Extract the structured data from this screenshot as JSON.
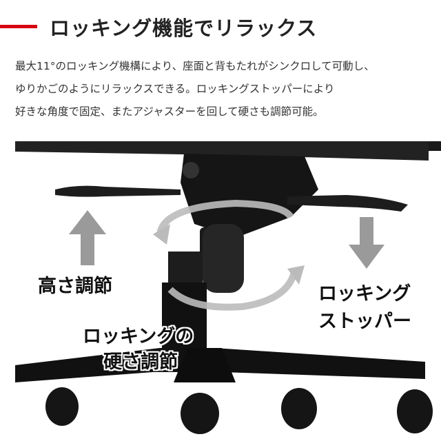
{
  "header": {
    "title": "ロッキング機能でリラックス",
    "accent_color": "#d7000f"
  },
  "description": {
    "lines": [
      "最大11°のロッキング機構により、座面と背もたれがシンクロして可動し、",
      "ゆりかごのようにリラックスできる。ロッキングストッパーにより",
      "好きな角度で固定、またアジャスターを回して硬さも調節可能。"
    ]
  },
  "photo": {
    "labels": {
      "height": "高さ調節",
      "stopper_line1": "ロッキング",
      "stopper_line2": "ストッパー",
      "tension_line1": "ロッキングの",
      "tension_line2": "硬さ調節"
    }
  }
}
